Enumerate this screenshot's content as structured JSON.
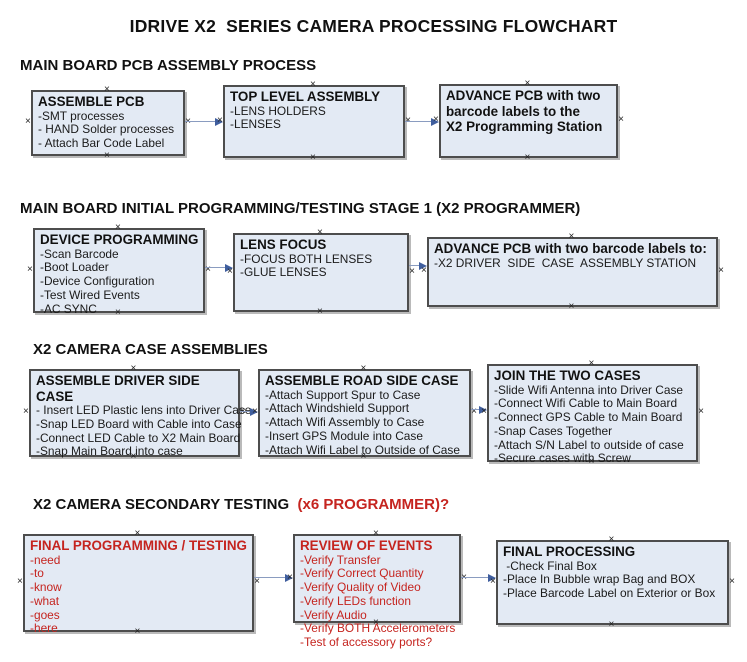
{
  "page_title": "IDRIVE X2  SERIES CAMERA PROCESSING FLOWCHART",
  "colors": {
    "box_fill": "#e3eaf4",
    "box_border": "#4d4d4d",
    "arrow_line": "#8a9cc0",
    "arrow_head": "#3f5e9e",
    "red_text": "#c5241f",
    "black_text": "#111111"
  },
  "sections": [
    {
      "header": "MAIN BOARD PCB ASSEMBLY PROCESS",
      "boxes": [
        {
          "title": "ASSEMBLE PCB",
          "lines": [
            "-SMT processes",
            "- HAND Solder processes",
            "- Attach Bar Code Label"
          ]
        },
        {
          "title": "TOP LEVEL ASSEMBLY",
          "lines": [
            "-LENS HOLDERS",
            "-LENSES"
          ]
        },
        {
          "title": "ADVANCE PCB with two\nbarcode labels to the\n X2 Programming Station",
          "lines": []
        }
      ]
    },
    {
      "header": "MAIN BOARD INITIAL PROGRAMMING/TESTING STAGE 1 (X2 PROGRAMMER)",
      "boxes": [
        {
          "title": "DEVICE PROGRAMMING",
          "lines": [
            "-Scan Barcode",
            "-Boot Loader",
            "-Device Configuration",
            "-Test Wired Events",
            "-AC SYNC"
          ]
        },
        {
          "title": "LENS FOCUS",
          "lines": [
            "-FOCUS BOTH LENSES",
            "-GLUE LENSES"
          ]
        },
        {
          "title": "ADVANCE PCB with two barcode labels to:",
          "lines": [
            "-X2 DRIVER  SIDE  CASE  ASSEMBLY STATION"
          ]
        }
      ]
    },
    {
      "header": "X2 CAMERA CASE ASSEMBLIES",
      "boxes": [
        {
          "title": "ASSEMBLE DRIVER SIDE CASE",
          "lines": [
            "- Insert LED Plastic lens into Driver Case",
            "-Snap LED Board with Cable into Case",
            "-Connect LED Cable to X2 Main Board",
            "-Snap Main Board into case"
          ]
        },
        {
          "title": "ASSEMBLE ROAD SIDE CASE",
          "lines": [
            "-Attach Support Spur to Case",
            "-Attach Windshield Support",
            "-Attach Wifi Assembly to Case",
            "-Insert GPS Module into Case",
            "-Attach Wifi Label to Outside of Case"
          ]
        },
        {
          "title": "JOIN THE TWO CASES",
          "lines": [
            "-Slide Wifi Antenna into Driver Case",
            "-Connect Wifi Cable to Main Board",
            "-Connect GPS Cable to Main Board",
            "-Snap Cases Together",
            "-Attach S/N Label to outside of case",
            "-Secure cases with Screw"
          ]
        }
      ]
    },
    {
      "header": "X2 CAMERA SECONDARY TESTING ",
      "header_red": " (x6 PROGRAMMER)?",
      "boxes": [
        {
          "title": "FINAL PROGRAMMING / TESTING",
          "lines": [
            "-need",
            "-to",
            "-know",
            "-what",
            "-goes",
            "-here"
          ]
        },
        {
          "title": "REVIEW OF EVENTS",
          "lines": [
            "-Verify Transfer",
            "-Verify Correct Quantity",
            "-Verify Quality of Video",
            "-Verify LEDs function",
            "-Verify Audio",
            "-Verify BOTH Accelerometers",
            "-Test of accessory ports?"
          ]
        },
        {
          "title": "FINAL PROCESSING",
          "lines": [
            " -Check Final Box",
            "-Place In Bubble wrap Bag and BOX",
            "-Place Barcode Label on Exterior or Box"
          ]
        }
      ]
    }
  ]
}
